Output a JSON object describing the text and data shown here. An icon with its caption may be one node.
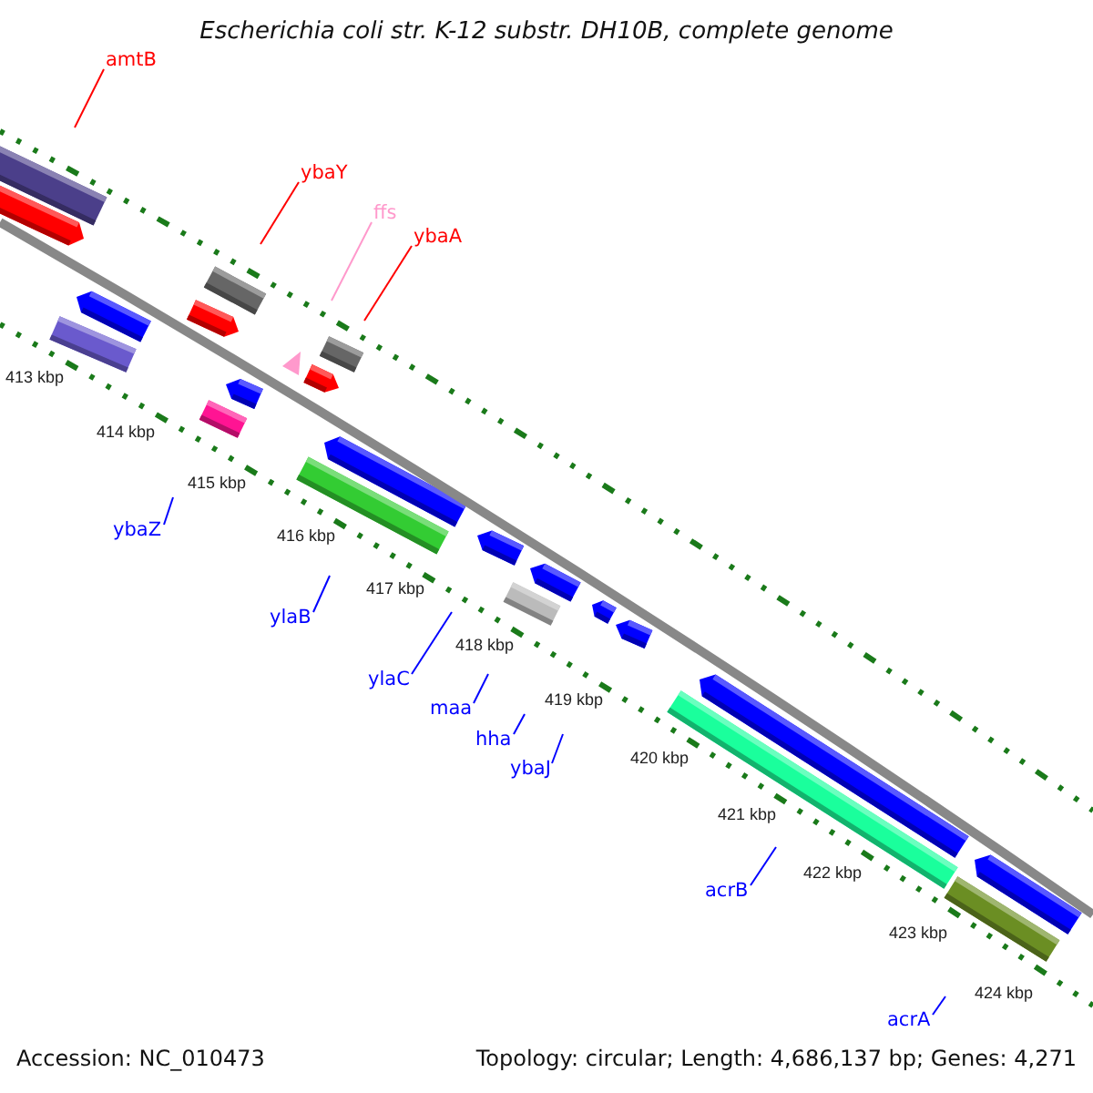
{
  "diagram": {
    "title": "Escherichia coli str. K-12 substr. DH10B, complete genome",
    "nodes": [
      {
        "text": [
          "amtB"
        ]
      },
      {
        "text": [
          "ybaY"
        ]
      },
      {
        "text": [
          "ffs"
        ]
      },
      {
        "text": [
          "ybaA"
        ]
      },
      {
        "text": [
          "ybaZ"
        ]
      },
      {
        "text": [
          "ylaB"
        ]
      },
      {
        "text": [
          "ylaC"
        ]
      },
      {
        "text": [
          "maa"
        ]
      },
      {
        "text": [
          "hha"
        ]
      },
      {
        "text": [
          "ybaJ"
        ]
      },
      {
        "text": [
          "acrB"
        ]
      },
      {
        "text": [
          "acrA"
        ]
      }
    ],
    "edges": [
      {
        "from": 0,
        "to": null,
        "arrow": "none",
        "color": "#ff0000"
      },
      {
        "from": 1,
        "to": null,
        "arrow": "none",
        "color": "#ff0000"
      },
      {
        "from": 2,
        "to": null,
        "arrow": "none",
        "color": "#ff99cc"
      },
      {
        "from": 3,
        "to": null,
        "arrow": "none",
        "color": "#ff0000"
      },
      {
        "from": 4,
        "to": null,
        "arrow": "none"
      },
      {
        "from": 5,
        "to": null,
        "arrow": "none"
      },
      {
        "from": 6,
        "to": null,
        "arrow": "none"
      },
      {
        "from": 7,
        "to": null,
        "arrow": "none"
      },
      {
        "from": 8,
        "to": null,
        "arrow": "none"
      },
      {
        "from": 9,
        "to": null,
        "arrow": "none"
      },
      {
        "from": 10,
        "to": null,
        "arrow": "none"
      },
      {
        "from": 11,
        "to": null,
        "arrow": "none"
      }
    ],
    "labels": [
      "413 kbp",
      "414 kbp",
      "415 kbp",
      "416 kbp",
      "417 kbp",
      "418 kbp",
      "419 kbp",
      "420 kbp",
      "421 kbp",
      "422 kbp",
      "423 kbp",
      "424 kbp",
      "Accession: NC_010473",
      "Topology: circular; Length: 4,686,137 bp; Genes: 4,271"
    ]
  }
}
